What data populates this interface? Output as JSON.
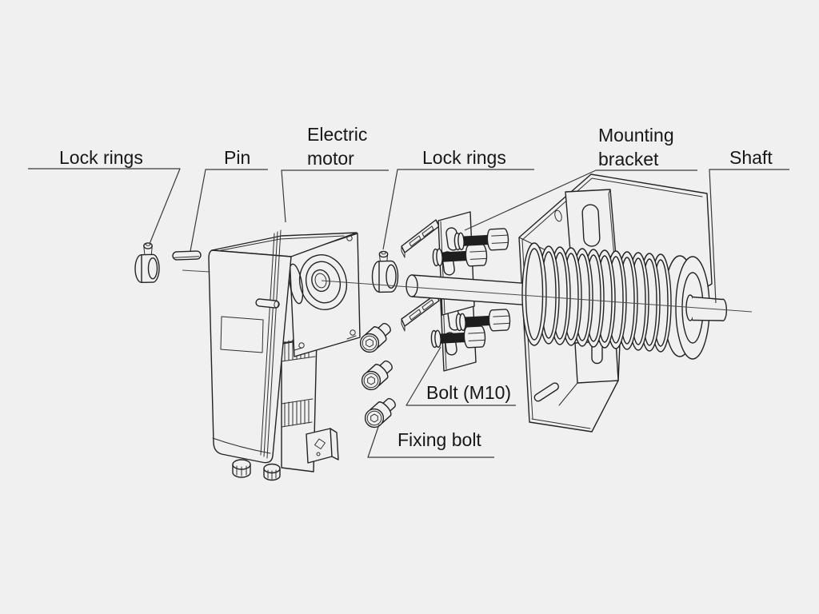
{
  "colors": {
    "background": "#f0f0f0",
    "line": "#232323",
    "leader": "#3a3a3a",
    "thread_fill": "#1e1e1e"
  },
  "diagram_type": "exploded-assembly-line-drawing",
  "callouts": [
    {
      "id": "lock-rings-left",
      "text": "Lock rings"
    },
    {
      "id": "pin",
      "text": "Pin"
    },
    {
      "id": "electric-motor",
      "text": "Electric motor",
      "line1": "Electric",
      "line2": "motor"
    },
    {
      "id": "lock-rings-right",
      "text": "Lock rings"
    },
    {
      "id": "mounting-bracket",
      "text": "Mounting bracket",
      "line1": "Mounting",
      "line2": "bracket"
    },
    {
      "id": "shaft",
      "text": "Shaft"
    },
    {
      "id": "bolt-m10",
      "text": "Bolt (M10)"
    },
    {
      "id": "fixing-bolt",
      "text": "Fixing bolt"
    }
  ],
  "parts": [
    "lock-ring-left",
    "pin",
    "electric-motor",
    "lock-ring-right",
    "fixing-bolts-x3",
    "angle-bracket-upper",
    "angle-bracket-lower",
    "hex-bolts-m10-x4",
    "shaft",
    "torsion-spring",
    "mounting-bracket-plate"
  ]
}
